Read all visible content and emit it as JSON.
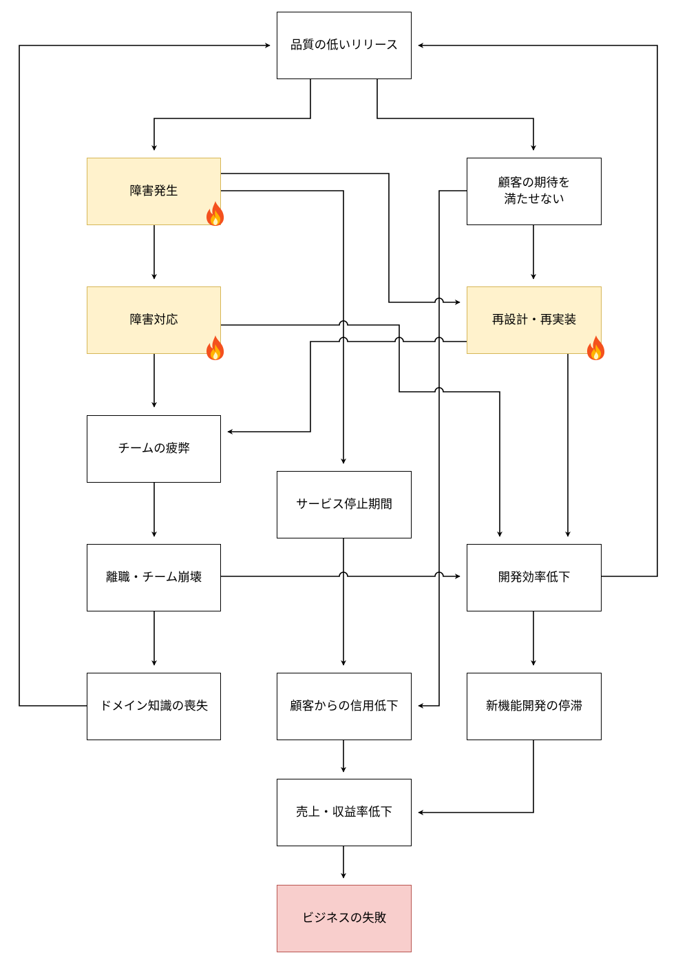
{
  "nodes": {
    "low_quality_release": "品質の低いリリース",
    "incident": "障害発生",
    "customer_expectation": "顧客の期待を\n満たせない",
    "incident_response": "障害対応",
    "redesign": "再設計・再実装",
    "team_fatigue": "チームの疲弊",
    "service_downtime": "サービス停止期間",
    "turnover": "離職・チーム崩壊",
    "dev_efficiency_drop": "開発効率低下",
    "domain_knowledge_loss": "ドメイン知識の喪失",
    "customer_trust_drop": "顧客からの信用低下",
    "feature_stagnation": "新機能開発の停滞",
    "revenue_drop": "売上・収益率低下",
    "business_failure": "ビジネスの失敗"
  },
  "flame_icon": "fire-icon",
  "colors": {
    "hot_fill": "#fff2cc",
    "hot_stroke": "#d6b656",
    "fail_fill": "#f8cecc",
    "fail_stroke": "#b85450"
  }
}
